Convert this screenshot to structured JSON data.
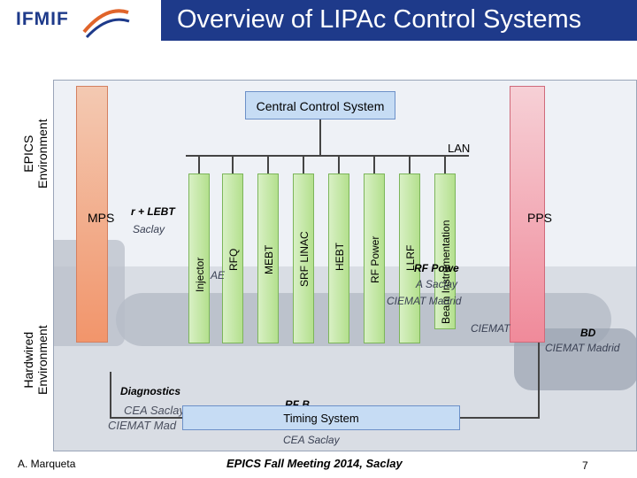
{
  "header": {
    "logo_text": "IFMIF",
    "title": "Overview of LIPAc Control Systems"
  },
  "side_labels": {
    "epics": "EPICS\nEnvironment",
    "hardwired": "Hardwired\nEnvironment"
  },
  "diagram": {
    "central": "Central Control System",
    "lan": "LAN",
    "mps": "MPS",
    "pps": "PPS",
    "timing": "Timing System",
    "subsystems": [
      "Injector",
      "RFQ",
      "MEBT",
      "SRF LINAC",
      "HEBT",
      "RF Power",
      "LLRF",
      "Beam Instrumentation"
    ]
  },
  "background_labels": {
    "injector_lebt": "r + LEBT",
    "saclay_1": "Saclay",
    "rfq_inst": "AE",
    "rf_power": "RF Powe",
    "cea_saclay_rf": "A Saclay",
    "ciemat_madrid_rf": "CIEMAT Madrid",
    "mebt_ciemat": "CIEMAT",
    "bd_label": "BD",
    "ciemat_madrid_bd": "CIEMAT Madrid",
    "diagnostics": "Diagnostics",
    "diag_cea": "CEA Saclay",
    "diag_ciemat": "CIEMAT Mad",
    "rfb": "RF B",
    "cea_saclay_bottom": "CEA Saclay"
  },
  "footer": {
    "author": "A. Marqueta",
    "event": "EPICS Fall Meeting 2014, Saclay",
    "page": "7"
  },
  "colors": {
    "header_bg": "#1e3a8a",
    "ccs_fill": "#c6dcf4",
    "mps_fill": "#f2956b",
    "pps_fill": "#f08a9a",
    "subsystem_fill": "#b4e08e"
  }
}
